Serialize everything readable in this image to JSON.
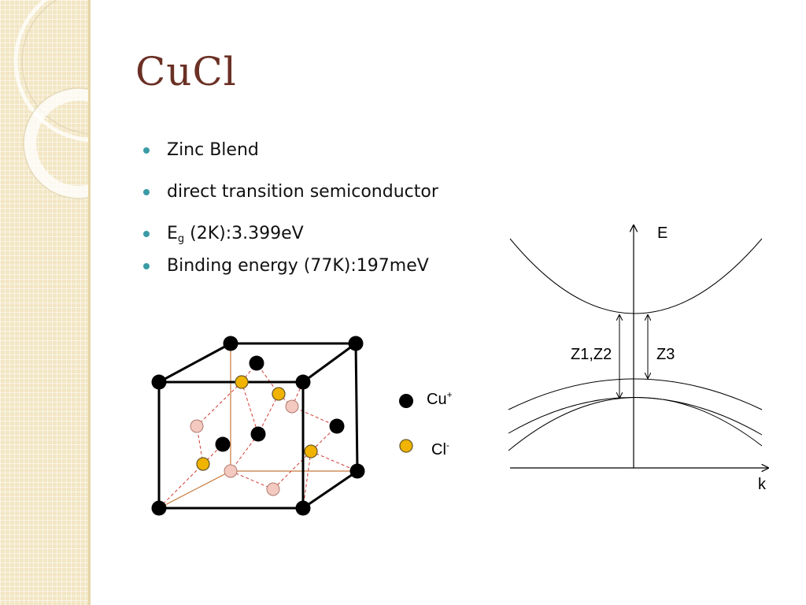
{
  "title": "CuCl",
  "bullets": [
    {
      "text": "Zinc Blend"
    },
    {
      "text": "direct transition semiconductor"
    },
    {
      "main": "E",
      "sub": "g",
      "rest": " (2K):3.399eV"
    },
    {
      "text": "Binding energy (77K):197meV"
    }
  ],
  "legend": {
    "cu": {
      "base": "Cu",
      "sup": "+",
      "color": "#000000"
    },
    "cl": {
      "base": "Cl",
      "sup": "-",
      "color": "#f0b400"
    }
  },
  "band_diagram": {
    "energy_axis_label": "E",
    "k_axis_label": "k",
    "transition_left": "Z1,Z2",
    "transition_right": "Z3"
  },
  "colors": {
    "title": "#6b3025",
    "bullet": "#3a9ba6",
    "cu_atom": "#000000",
    "cl_atom": "#f0b400",
    "pink_atom": "#f3c9c0",
    "bond_dash": "#d23a32",
    "orange_line": "#c8793c",
    "sidebar": "#f2e6c4"
  }
}
